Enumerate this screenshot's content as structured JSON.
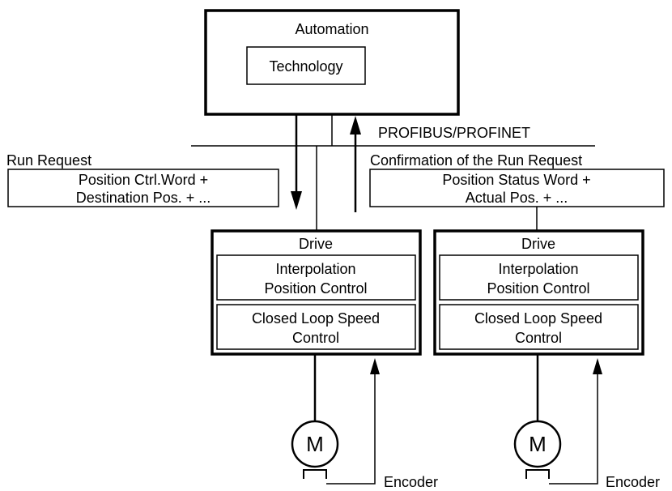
{
  "automation": {
    "title": "Automation",
    "technology": "Technology"
  },
  "bus": {
    "label": "PROFIBUS/PROFINET"
  },
  "run_request": {
    "label": "Run Request",
    "line1": "Position Ctrl.Word +",
    "line2": "Destination Pos. + ..."
  },
  "confirmation": {
    "label": "Confirmation of the Run Request",
    "line1": "Position Status Word +",
    "line2": "Actual Pos. + ..."
  },
  "drives": [
    {
      "title": "Drive",
      "interp_line1": "Interpolation",
      "interp_line2": "Position Control",
      "speed_line1": "Closed Loop Speed",
      "speed_line2": "Control",
      "motor": "M",
      "encoder": "Encoder"
    },
    {
      "title": "Drive",
      "interp_line1": "Interpolation",
      "interp_line2": "Position Control",
      "speed_line1": "Closed Loop Speed",
      "speed_line2": "Control",
      "motor": "M",
      "encoder": "Encoder"
    }
  ]
}
